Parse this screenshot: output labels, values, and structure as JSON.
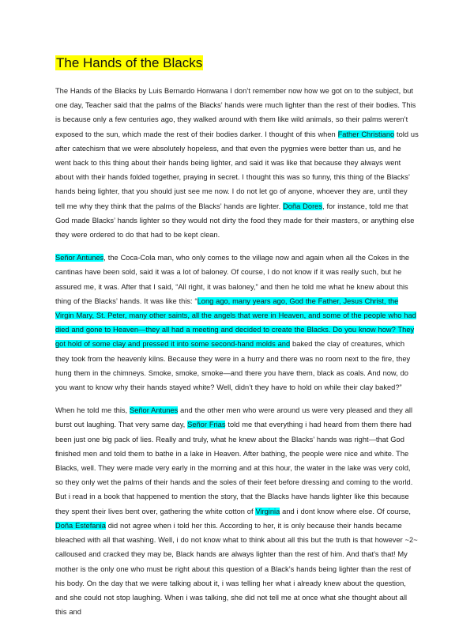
{
  "document": {
    "title": "The Hands of the Blacks",
    "highlight_colors": {
      "title": "#ffff00",
      "names": "#00ffff"
    },
    "paragraphs": [
      [
        {
          "t": "The Hands of the Blacks by Luis Bernardo Honwana I don’t remember now how we got on to the subject, but one day, Teacher said that the palms of the Blacks’ hands were much lighter than the rest of their bodies. This is because only a few centuries ago, they walked around with them like wild animals, so their palms weren’t exposed to the sun, which made the rest of their bodies darker. I thought of this when "
        },
        {
          "t": "Father Christiano",
          "hl": true
        },
        {
          "t": " told us after catechism that we were absolutely hopeless, and that even the pygmies were better than us, and he went back to this thing about their hands being lighter, and said it was like that because they always went about with their hands folded together, praying in secret. I thought this was so funny, this thing of the Blacks’ hands being lighter, that you should just see me now. I do not let go of anyone, whoever they are, until they tell me why they think that the palms of the Blacks’ hands are lighter. "
        },
        {
          "t": "Doña Dores",
          "hl": true
        },
        {
          "t": ", for instance, told me that God made Blacks’ hands lighter so they would not dirty the food they made for their masters, or anything else they were ordered to do that had to be kept clean."
        }
      ],
      [
        {
          "t": "Señor Antunes",
          "hl": true
        },
        {
          "t": ", the Coca-Cola man, who only comes to the village now and again when all the Cokes in the cantinas have been sold, said it was a lot of baloney. Of course, I do not know if it was really such, but he assured me, it was. After that I said, “All right, it was baloney,” and then he told me what he knew about this thing of the Blacks’ hands. It was like this: “"
        },
        {
          "t": "Long ago, many years ago, God the Father, Jesus Christ, the Virgin Mary, St. Peter, many other saints, all the angels that were in Heaven, and some of the people who had died and gone to Heaven—they all had a meeting and decided to create the Blacks. Do you know how? They got hold of some clay and pressed it into some second-hand molds and",
          "hl": true
        },
        {
          "t": " baked the clay of creatures, which they took from the heavenly kilns. Because they were in a hurry and there was no room next to the fire, they hung them in the chimneys. Smoke, smoke, smoke—and there you have them, black as coals. And now, do you want to know why their hands stayed white? Well, didn’t they have to hold on while their clay baked?”"
        }
      ],
      [
        {
          "t": "When he told me this, "
        },
        {
          "t": "Señor Antunes",
          "hl": true
        },
        {
          "t": " and the other men who were around us were very pleased and they all burst out laughing. That very same day, "
        },
        {
          "t": "Señor Frias",
          "hl": true
        },
        {
          "t": " told me that everything i had heard from them there had been just one big pack of lies. Really and truly, what he knew about the Blacks’ hands was right—that God finished men and told them to bathe in a lake in Heaven. After bathing, the people were nice and white. The Blacks, well. They were made very early in the morning and at this hour, the water in the lake was very cold, so they only wet the palms of their hands and the soles of their feet before dressing and coming to the world. But i read in a book that happened to mention the story, that the Blacks have hands lighter like this because they spent their lives bent over, gathering the white cotton of "
        },
        {
          "t": "Virginia",
          "hl": true
        },
        {
          "t": " and i dont know where else. Of course, "
        },
        {
          "t": "Doña Estefania",
          "hl": true
        },
        {
          "t": " did not agree when i told her this. According to her, it is only because their hands became bleached with all that washing. Well, i do not know what to think about all this but the truth is that however ~2~ calloused and cracked they may be, Black hands are always lighter than the rest of him. And that’s that! My mother is the only one who must be right about this question of a Black’s hands being lighter than the rest of his body. On the day that we were talking about it, i was telling her what i already knew about the question, and she could not stop laughing. When i was talking, she did not tell me at once what she thought about all this and"
        }
      ]
    ]
  }
}
